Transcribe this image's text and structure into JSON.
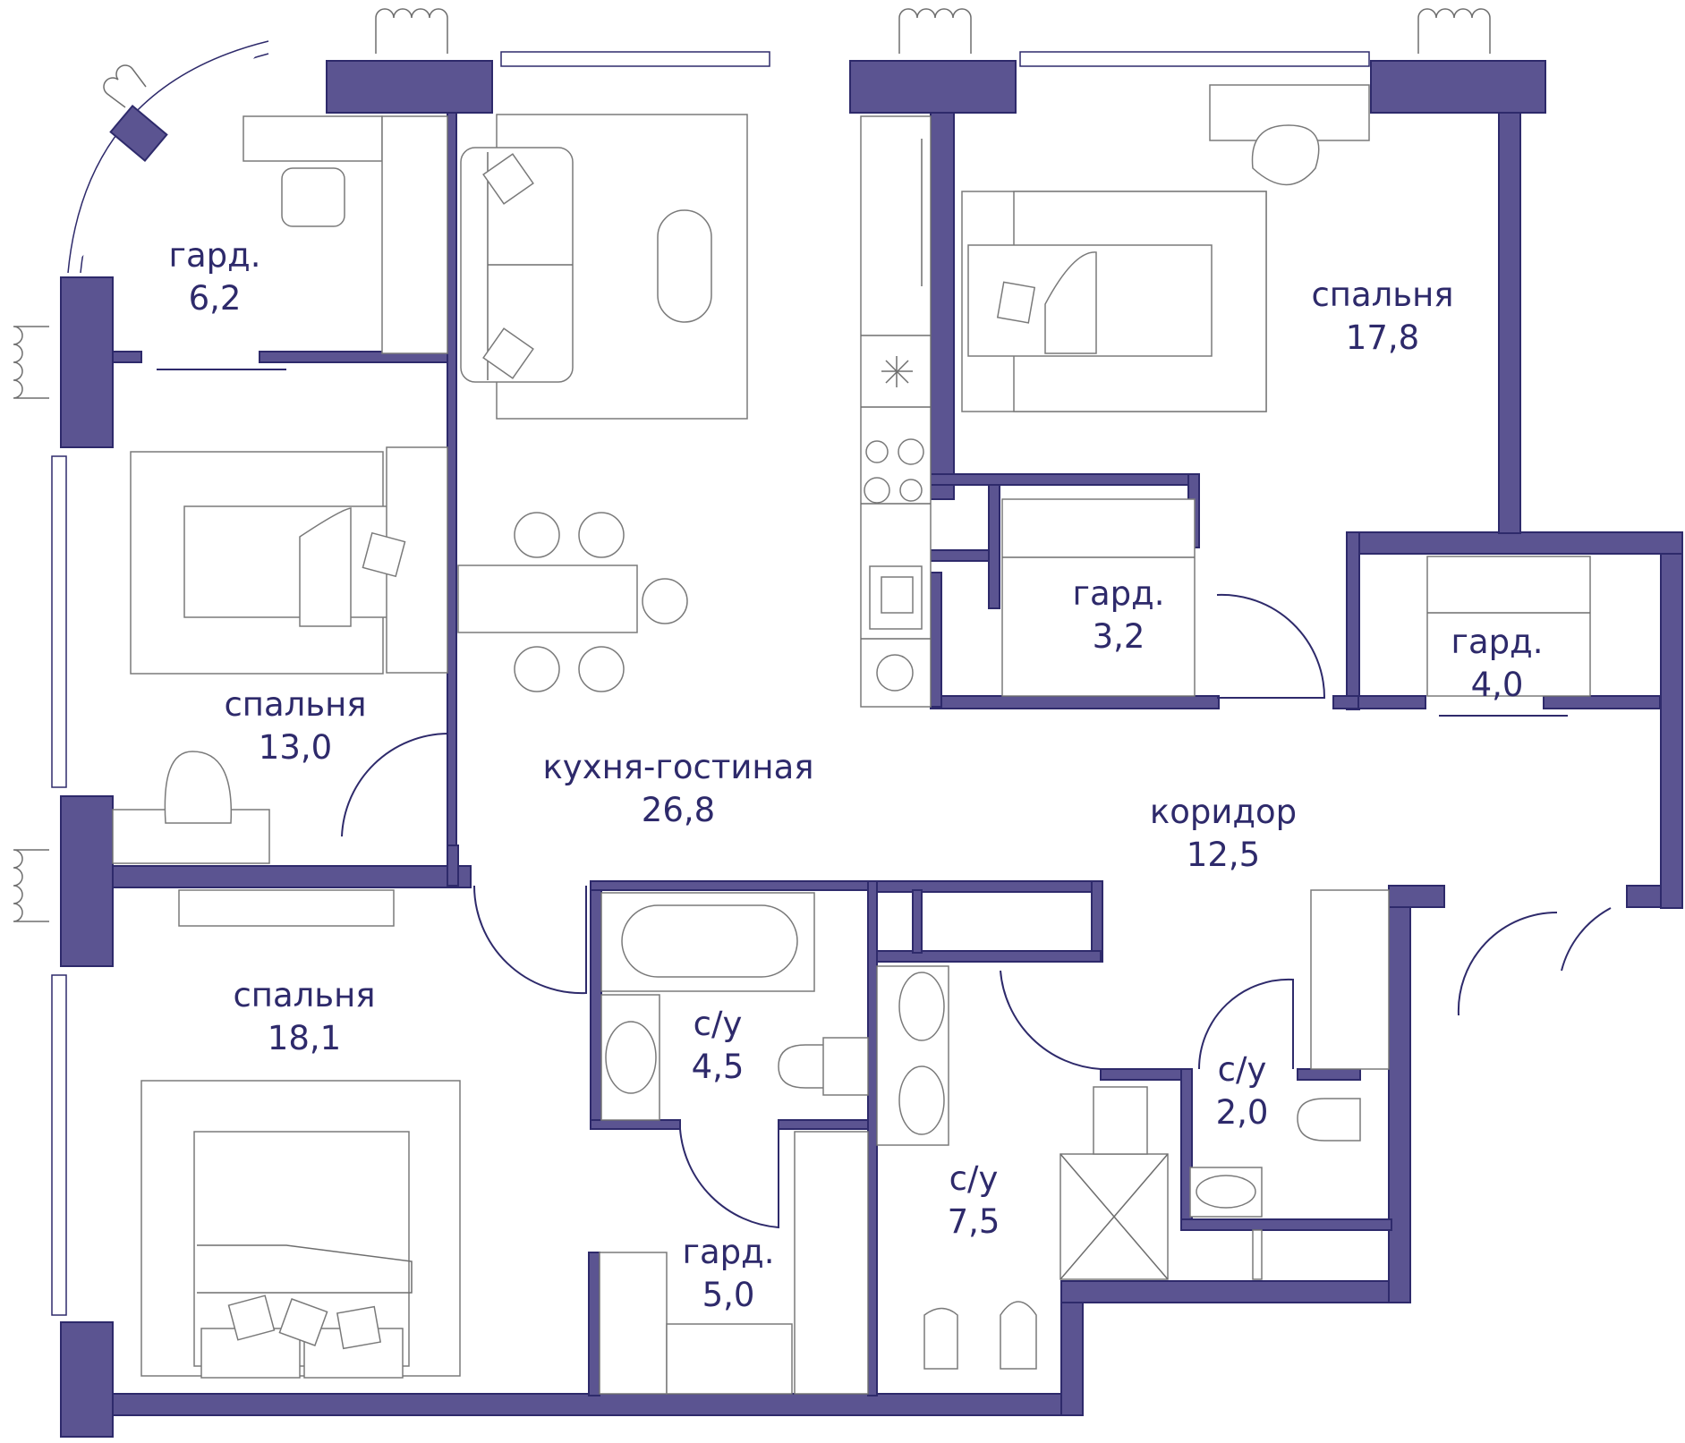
{
  "colors": {
    "wall": "#5b5491",
    "text": "#2e2a6b",
    "furniture": "#7a7a7a"
  },
  "rooms": [
    {
      "id": "gard-1",
      "name": "гард.",
      "area": "6,2"
    },
    {
      "id": "bedroom-13",
      "name": "спальня",
      "area": "13,0"
    },
    {
      "id": "bedroom-18",
      "name": "спальня",
      "area": "18,1"
    },
    {
      "id": "kitchen-living",
      "name": "кухня-гостиная",
      "area": "26,8"
    },
    {
      "id": "bath-45",
      "name": "с/у",
      "area": "4,5"
    },
    {
      "id": "gard-5",
      "name": "гард.",
      "area": "5,0"
    },
    {
      "id": "bath-75",
      "name": "с/у",
      "area": "7,5"
    },
    {
      "id": "gard-32",
      "name": "гард.",
      "area": "3,2"
    },
    {
      "id": "bedroom-178",
      "name": "спальня",
      "area": "17,8"
    },
    {
      "id": "gard-40",
      "name": "гард.",
      "area": "4,0"
    },
    {
      "id": "corridor",
      "name": "коридор",
      "area": "12,5"
    },
    {
      "id": "bath-20",
      "name": "с/у",
      "area": "2,0"
    }
  ]
}
